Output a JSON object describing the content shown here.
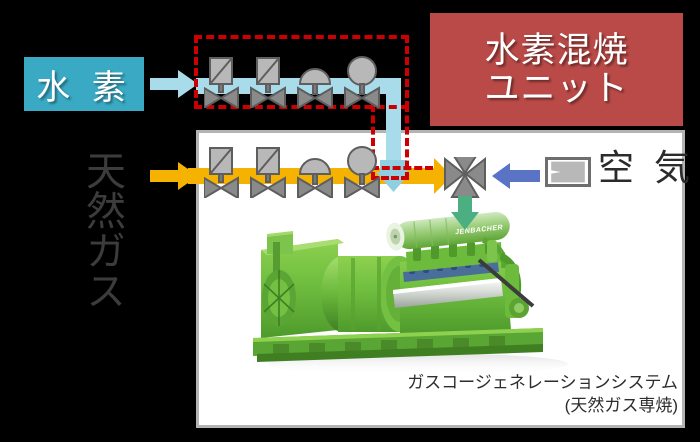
{
  "diagram": {
    "title_box": {
      "line1": "水素混焼",
      "line2": "ユニット",
      "bg_color": "#b94a47",
      "text_color": "#ffffff"
    },
    "inputs": {
      "hydrogen": {
        "label": "水 素",
        "bg_color": "#3aa9c4",
        "pipe_color": "#a9dcea",
        "arrow_color": "#a9dcea"
      },
      "natural_gas": {
        "label": "天然ガス",
        "text_color": "#3c3c3c",
        "pipe_color": "#f5b200",
        "arrow_color": "#f5b200"
      },
      "air": {
        "label": "空 気",
        "arrow_color": "#5b73c4",
        "icon": "blower-icon"
      }
    },
    "callout": {
      "border_color": "#cc0000",
      "style": "dashed"
    },
    "valve_train": {
      "hydrogen_line_valves": [
        "gate-valve-icon",
        "gate-valve-icon",
        "dome-regulator-valve-icon",
        "round-actuator-valve-icon"
      ],
      "natural_gas_line_valves": [
        "gate-valve-icon",
        "gate-valve-icon",
        "dome-regulator-valve-icon",
        "round-actuator-valve-icon"
      ],
      "mixer": "mixing-valve-icon",
      "mixer_outlet_arrow_color": "#4caf82"
    },
    "equipment": {
      "name": "ガスコージェネレーションシステム",
      "subtitle": "(天然ガス専焼)",
      "image_label": "JENBACHER",
      "body_color": "#6fbe3f"
    },
    "panel": {
      "bg_color": "#ffffff",
      "border_color": "#b3b3b3"
    }
  }
}
